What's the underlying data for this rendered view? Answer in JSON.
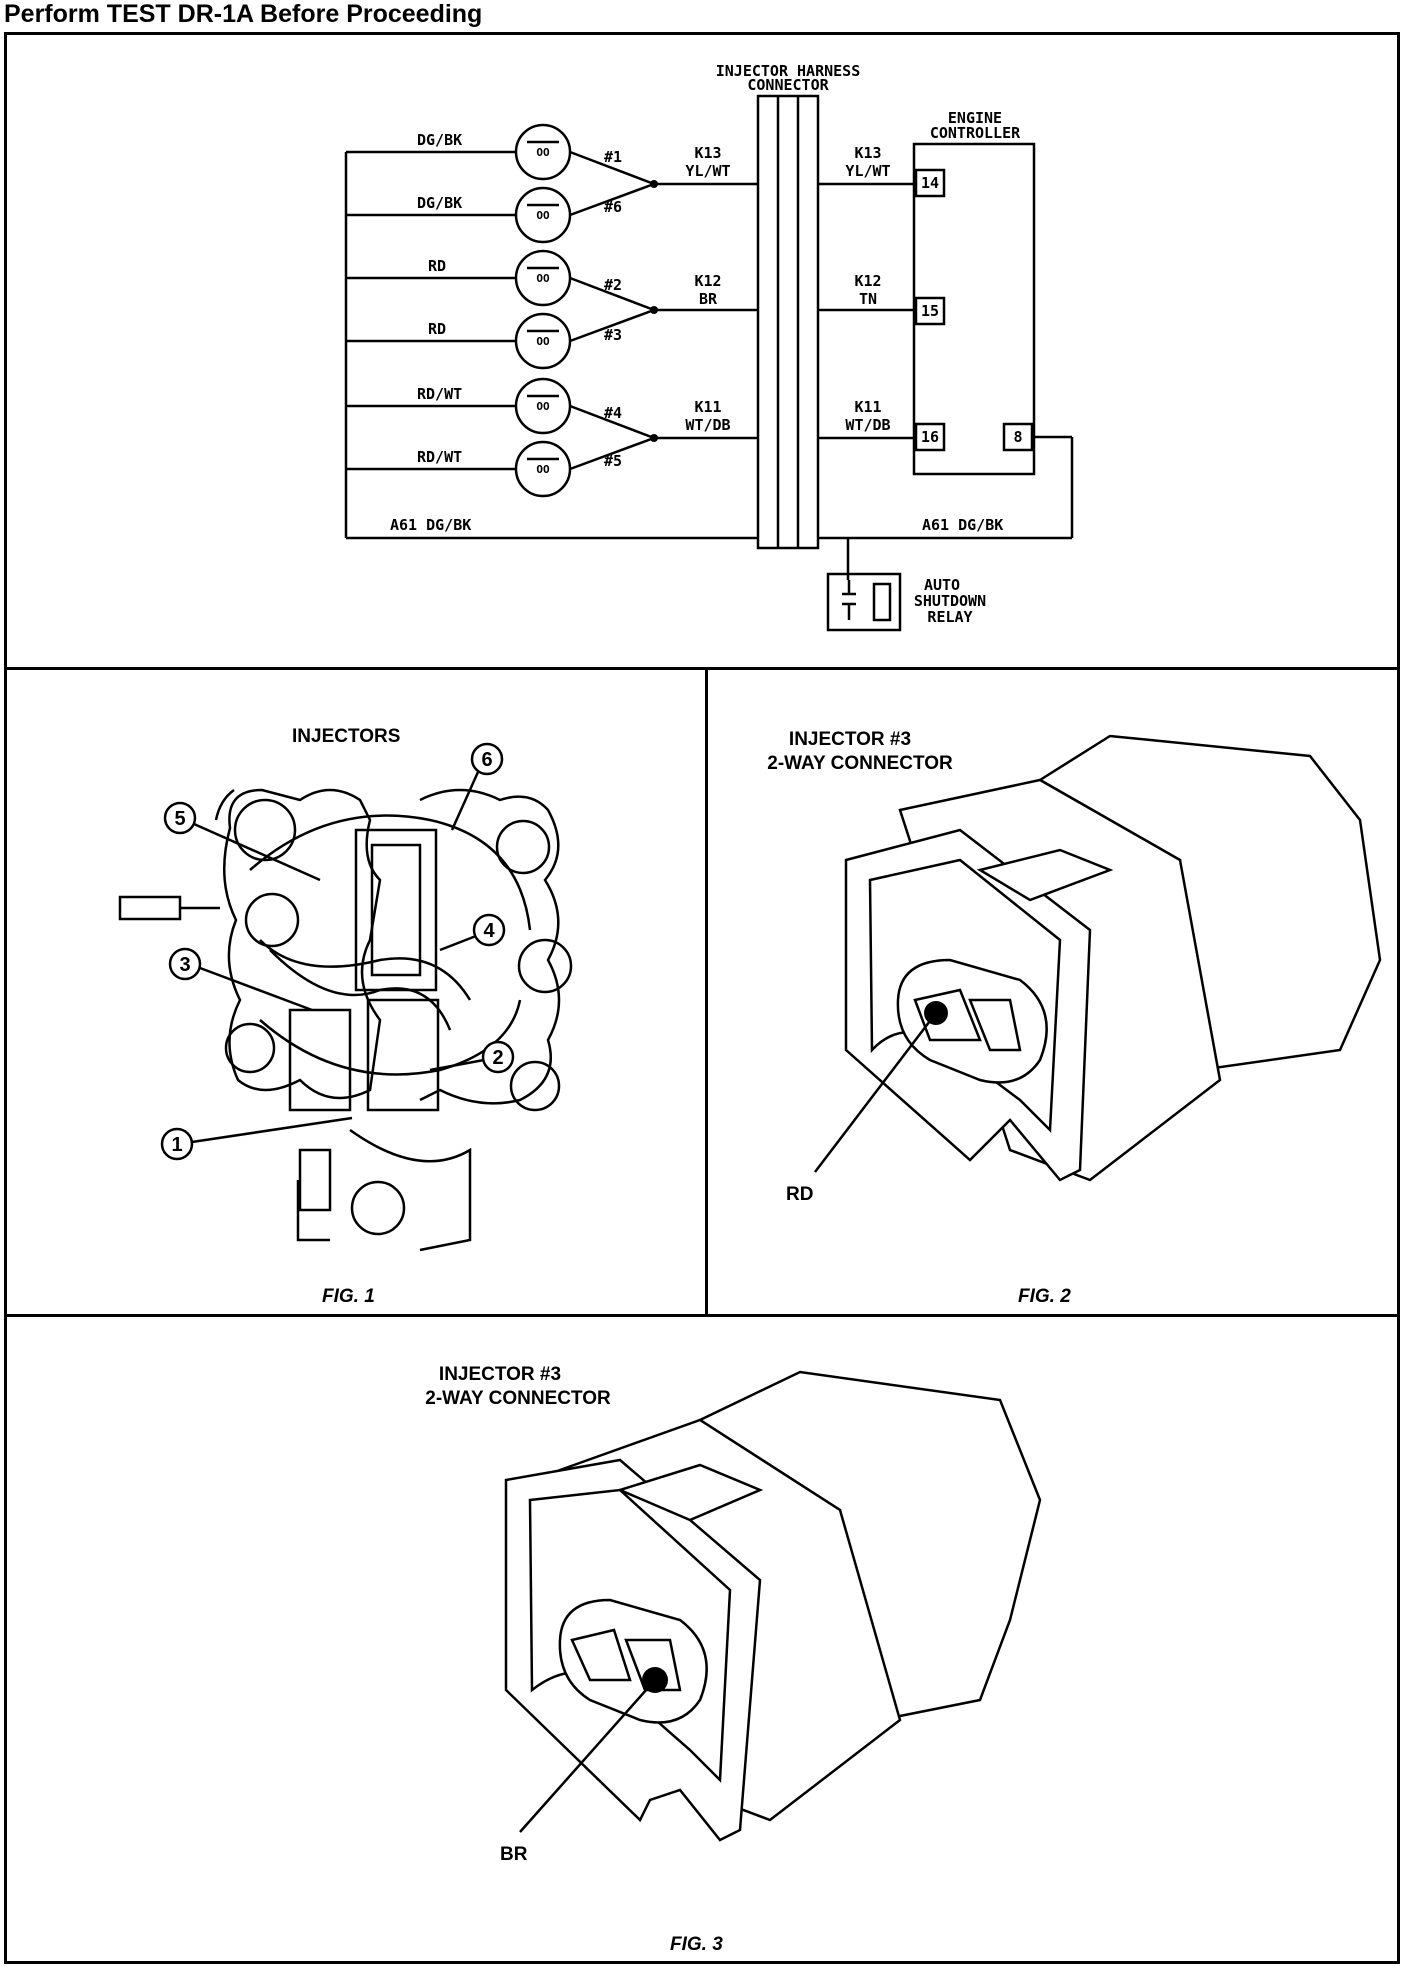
{
  "header": "Perform TEST DR-1A Before Proceeding",
  "schematic": {
    "harness_connector_line1": "INJECTOR HARNESS",
    "harness_connector_line2": "CONNECTOR",
    "engine_controller_line1": "ENGINE",
    "engine_controller_line2": "CONTROLLER",
    "injectors": [
      {
        "wire": "DG/BK",
        "num": "#1"
      },
      {
        "wire": "DG/BK",
        "num": "#6"
      },
      {
        "wire": "RD",
        "num": "#2"
      },
      {
        "wire": "RD",
        "num": "#3"
      },
      {
        "wire": "RD/WT",
        "num": "#4"
      },
      {
        "wire": "RD/WT",
        "num": "#5"
      }
    ],
    "left_circuits": [
      {
        "code": "K13",
        "color": "YL/WT"
      },
      {
        "code": "K12",
        "color": "BR"
      },
      {
        "code": "K11",
        "color": "WT/DB"
      }
    ],
    "right_circuits": [
      {
        "code": "K13",
        "color": "YL/WT"
      },
      {
        "code": "K12",
        "color": "TN"
      },
      {
        "code": "K11",
        "color": "WT/DB"
      }
    ],
    "pins": [
      "14",
      "15",
      "16",
      "8"
    ],
    "a61_left": "A61  DG/BK",
    "a61_right": "A61  DG/BK",
    "relay_line1": "AUTO",
    "relay_line2": "SHUTDOWN",
    "relay_line3": "RELAY",
    "coil_text": "OO"
  },
  "fig1": {
    "title": "INJECTORS",
    "caption": "FIG. 1",
    "callouts": [
      "1",
      "2",
      "3",
      "4",
      "5",
      "6"
    ]
  },
  "fig2": {
    "title_line1": "INJECTOR #3",
    "title_line2": "2-WAY CONNECTOR",
    "pointer": "RD",
    "caption": "FIG. 2"
  },
  "fig3": {
    "title_line1": "INJECTOR #3",
    "title_line2": "2-WAY CONNECTOR",
    "pointer": "BR",
    "caption": "FIG. 3"
  }
}
